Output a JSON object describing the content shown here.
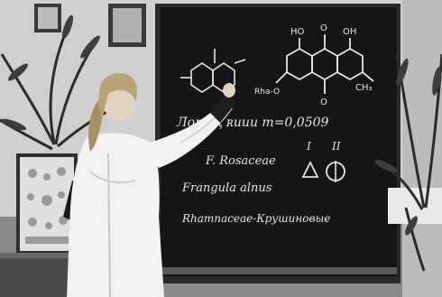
{
  "photo": {
    "description_colors": {
      "wall": "#cfcfcf",
      "blackboard": "#151515",
      "chalk": "#e6e6e6",
      "coat": "#f2f2f2",
      "hair": "#b8a27a",
      "frame": "#2b2b2b"
    },
    "board_text": {
      "line1": "Лора қ ʀиии m=0,0509",
      "marker1": "I",
      "marker2": "II",
      "line2": "F. Rosaceae",
      "line3": "Frangula alnus",
      "line4": "Rhamnaceae-Крушиновые",
      "sub_ho": "HO",
      "sub_oh": "OH",
      "sub_ch3": "CH₃",
      "sub_o_top": "O",
      "sub_o_bottom": "O",
      "sub_rha": "Rha-O"
    }
  }
}
